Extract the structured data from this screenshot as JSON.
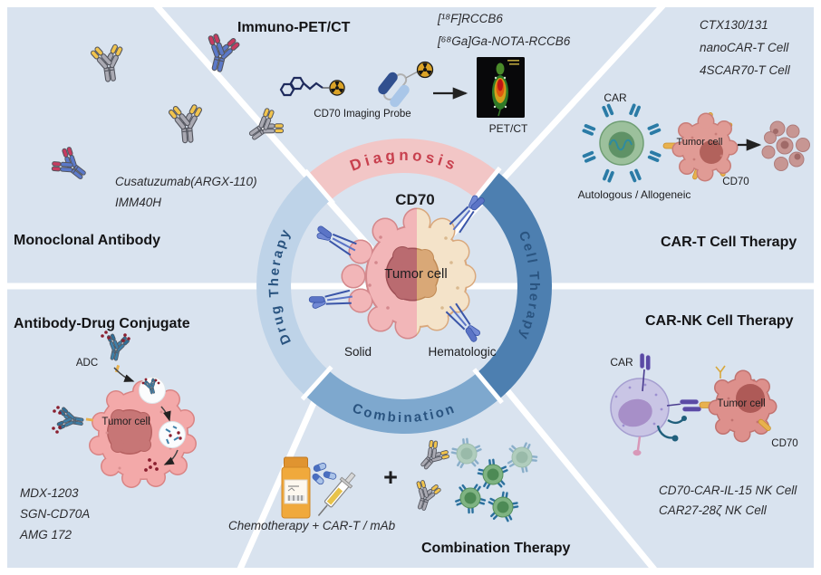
{
  "colors": {
    "background": "#d9e3ef",
    "diagnosis_segment": "#f2c6c6",
    "diagnosis_text": "#c8404e",
    "cell_therapy_segment": "#4d7fb0",
    "combination_segment": "#7ea8ce",
    "drug_therapy_segment": "#bed3e8",
    "ring_label_text": "#2a5480"
  },
  "center": {
    "cd70": "CD70",
    "tumor_cell": "Tumor cell",
    "solid": "Solid",
    "hematologic": "Hematologic",
    "ring": {
      "diagnosis": "Diagnosis",
      "drug_therapy": "Drug Therapy",
      "cell_therapy": "Cell Therapy",
      "combination": "Combination"
    }
  },
  "monoclonal": {
    "title": "Monoclonal Antibody",
    "drugs": [
      "Cusatuzumab(ARGX-110)",
      "IMM40H"
    ]
  },
  "pet": {
    "title": "Immuno-PET/CT",
    "tracers": [
      "[¹⁸F]RCCB6",
      "[⁶⁸Ga]Ga-NOTA-RCCB6"
    ],
    "probe": "CD70 Imaging Probe",
    "scan": "PET/CT"
  },
  "car_t": {
    "title": "CAR-T Cell Therapy",
    "drugs": [
      "CTX130/131",
      "nanoCAR-T Cell",
      "4SCAR70-T Cell"
    ],
    "car": "CAR",
    "tumor": "Tumor cell",
    "cd70": "CD70",
    "source": "Autologous / Allogeneic"
  },
  "adc": {
    "title": "Antibody-Drug Conjugate",
    "label": "ADC",
    "tumor": "Tumor cell",
    "drugs": [
      "MDX-1203",
      "SGN-CD70A",
      "AMG 172"
    ]
  },
  "car_nk": {
    "title": "CAR-NK Cell Therapy",
    "car": "CAR",
    "tumor": "Tumor cell",
    "cd70": "CD70",
    "drugs": [
      "CD70-CAR-IL-15 NK Cell",
      "CAR27-28ζ NK Cell"
    ]
  },
  "combination": {
    "title": "Combination Therapy",
    "caption": "Chemotherapy + CAR-T / mAb",
    "plus": "+"
  }
}
